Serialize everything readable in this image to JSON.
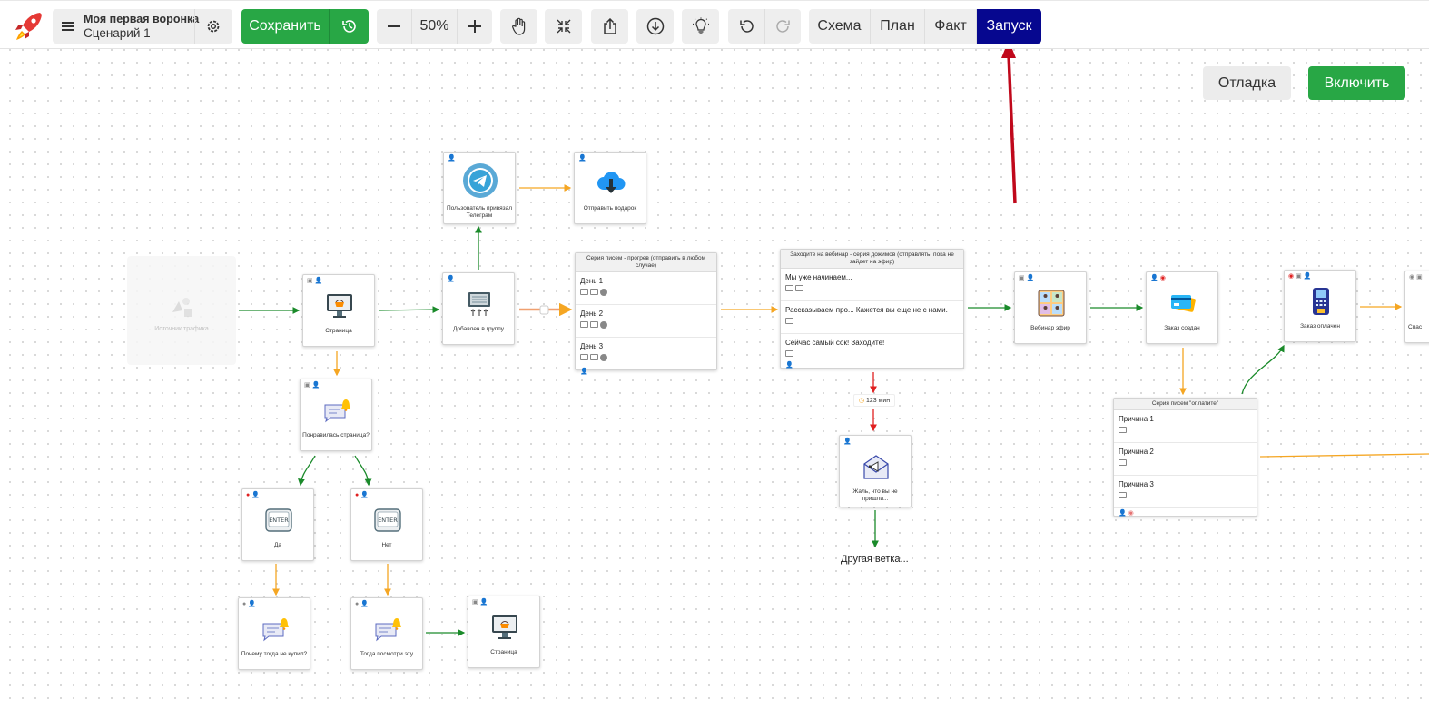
{
  "toolbar": {
    "project_title": "Моя первая воронка",
    "scenario": "Сценарий 1",
    "save_label": "Сохранить",
    "zoom": "50%",
    "modes": [
      "Схема",
      "План",
      "Факт",
      "Запуск"
    ],
    "active_mode": "Запуск"
  },
  "actions": {
    "debug": "Отладка",
    "enable": "Включить"
  },
  "canvas": {
    "traffic_source": "Источник трафика",
    "nodes": {
      "page_1": "Страница",
      "telegram": "Пользователь привязал Телеграм",
      "gift": "Отправить подарок",
      "group": "Добавлен в группу",
      "liked": "Понравилась страница?",
      "yes": "Да",
      "no": "Нет",
      "why": "Почему тогда не купил?",
      "look": "Тогда посмотри эту",
      "page_2": "Страница",
      "sorry": "Жаль, что вы не пришли...",
      "webinar": "Вебинар эфир",
      "order_created": "Заказ создан",
      "order_paid": "Заказ оплачен",
      "cut": "Спас"
    },
    "series_warmup": {
      "title": "Серия писем - прогрев (отправить в любом случае)",
      "rows": [
        "День 1",
        "День 2",
        "День 3"
      ]
    },
    "series_webinar": {
      "title": "Заходите на вебинар - серия дожимов (отправлять, пока не зайдет на эфир)",
      "rows": [
        "Мы уже начинаем...",
        "Рассказываем про... Кажется вы еще не с нами.",
        "Сейчас самый сок! Заходите!"
      ]
    },
    "series_pay": {
      "title": "Серия писем \"оплатите\"",
      "rows": [
        "Причина 1",
        "Причина 2",
        "Причина 3"
      ]
    },
    "delay": "123 мин",
    "other_branch": "Другая ветка..."
  },
  "colors": {
    "green": "#28a745",
    "active_mode": "#06078f",
    "arrow_red": "#c0081b",
    "wire_orange": "#f5a623",
    "wire_green": "#1a8a2a"
  }
}
